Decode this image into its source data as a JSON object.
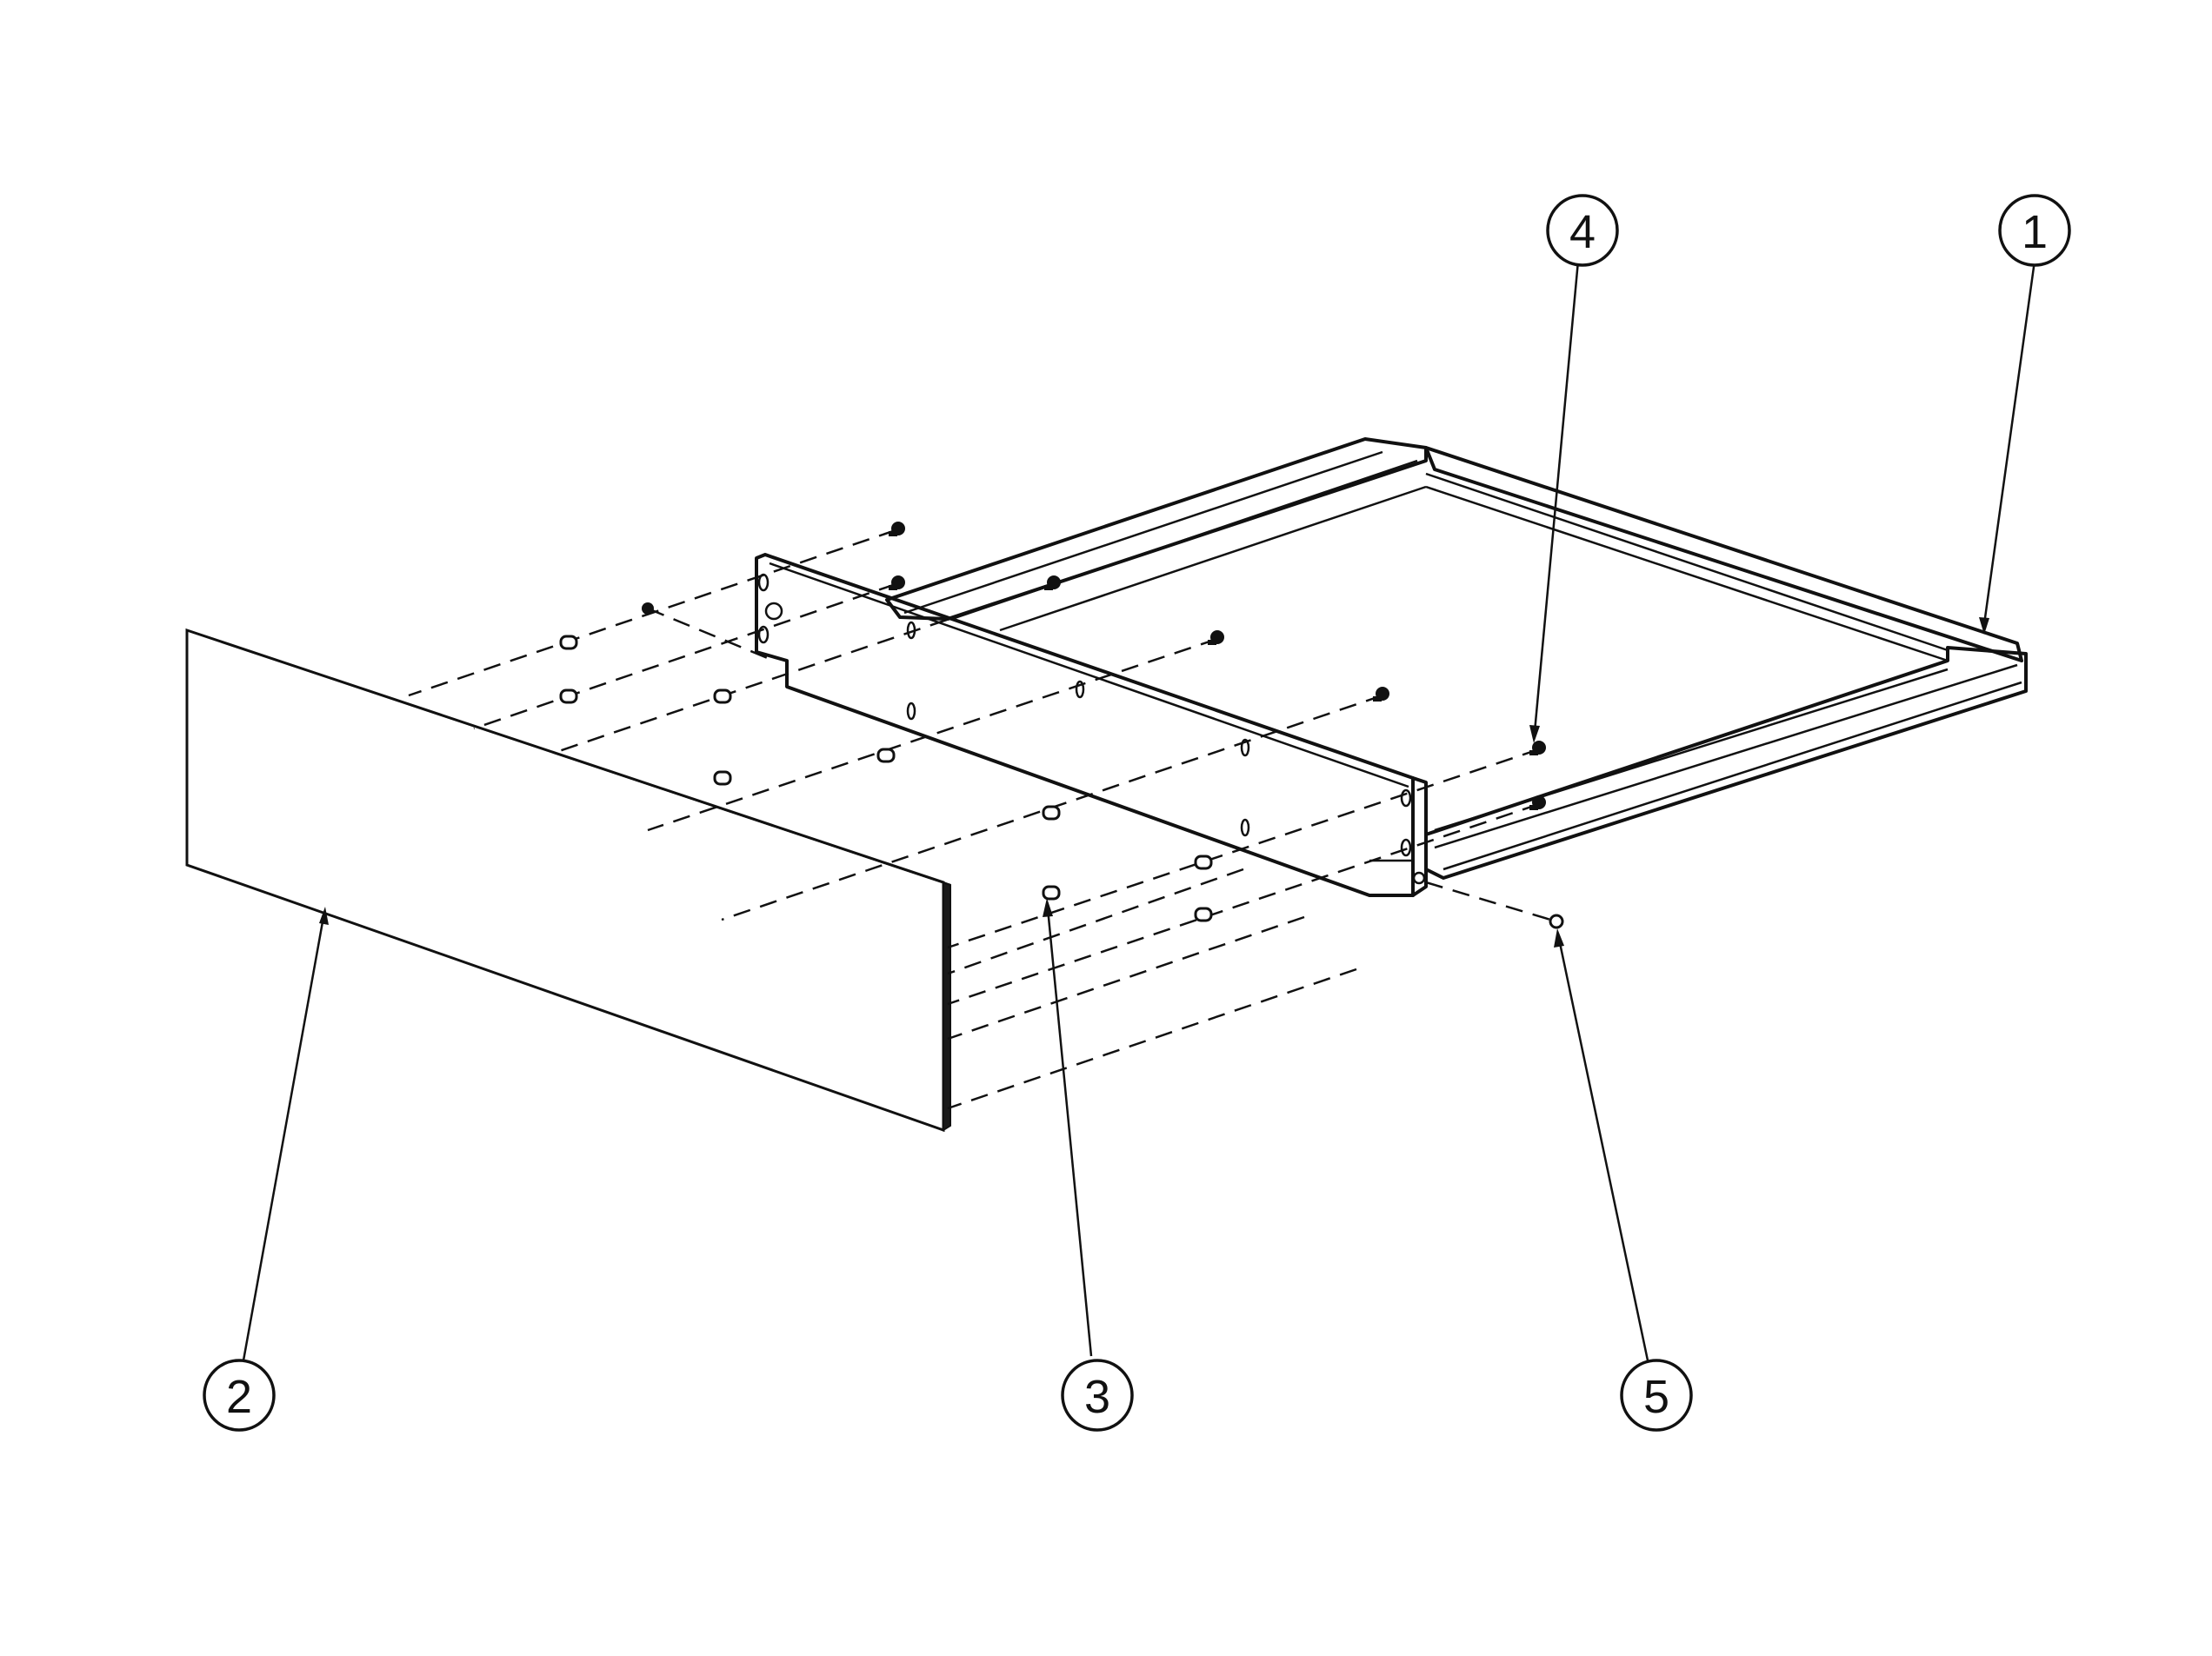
{
  "callouts": {
    "item_1": "1",
    "item_2": "2",
    "item_3": "3",
    "item_4": "4",
    "item_5": "5"
  },
  "parts": {
    "item_1": "tray-frame",
    "item_2": "front-panel",
    "item_3": "standoff-stud",
    "item_4": "screw",
    "item_5": "screw"
  },
  "colors": {
    "line": "#111111",
    "background": "#ffffff"
  }
}
